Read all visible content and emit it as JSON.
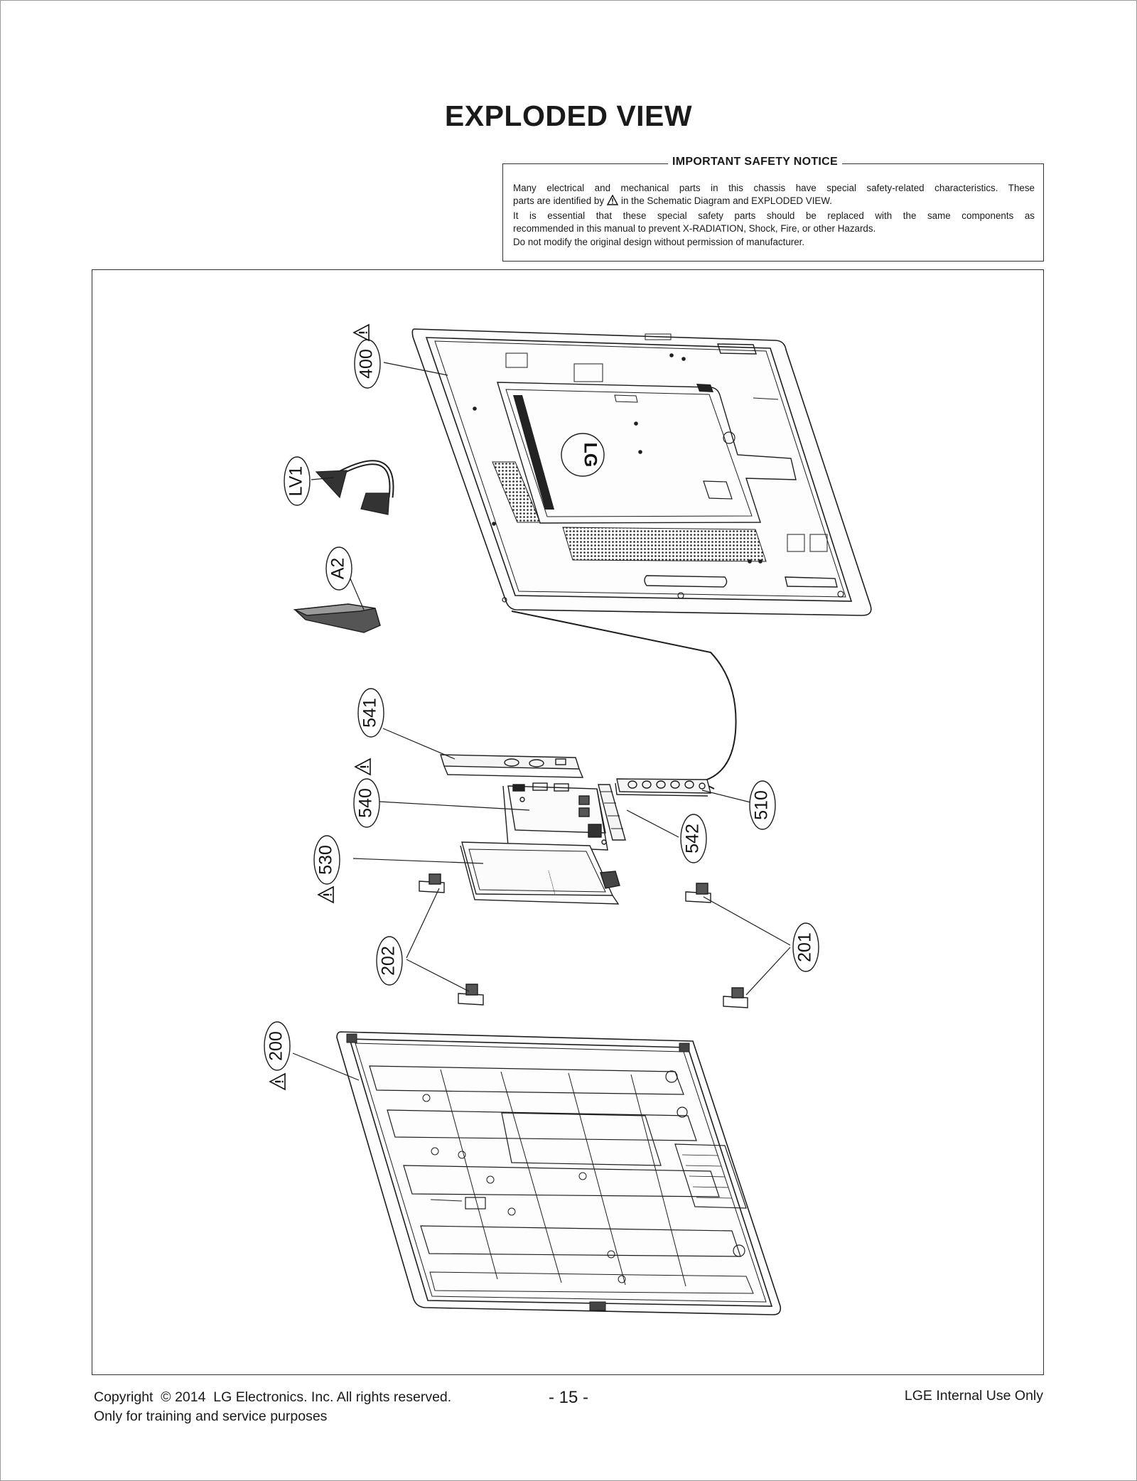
{
  "title": "EXPLODED VIEW",
  "safety_notice": {
    "heading": "IMPORTANT SAFETY NOTICE",
    "line1": "Many electrical and mechanical parts in this chassis have special safety-related characteristics. These",
    "line2_before": "parts are identified by",
    "line2_after": "in the Schematic Diagram and EXPLODED VIEW.",
    "line3": "It is essential that these special safety parts should be replaced with the same components as",
    "line4": "recommended in this manual to prevent X-RADIATION, Shock, Fire, or other Hazards.",
    "line5": "Do not modify the original design without permission of manufacturer."
  },
  "callouts": {
    "c400": "400",
    "cLV1": "LV1",
    "cA2": "A2",
    "c541": "541",
    "c540": "540",
    "c530": "530",
    "c542": "542",
    "c510": "510",
    "c202": "202",
    "c201": "201",
    "c200": "200"
  },
  "panel_logo": "LG",
  "icons": [
    "warning-triangle-icon"
  ],
  "footer": {
    "copyright": "Copyright  © 2014  LG Electronics. Inc. All rights reserved.",
    "purpose": "Only for training and service purposes",
    "page_number": "- 15 -",
    "internal": "LGE Internal Use Only"
  }
}
